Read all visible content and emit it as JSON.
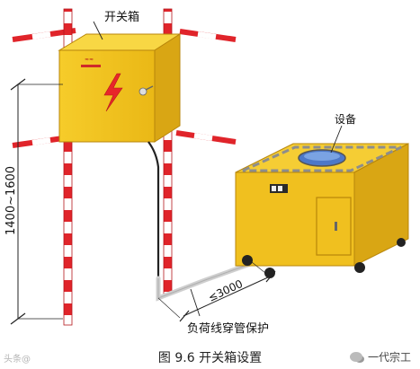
{
  "labels": {
    "switch_box": "开关箱",
    "equipment": "设备",
    "dim_height": "1400~1600",
    "dim_distance": "≤3000",
    "cable_note": "负荷线穿管保护"
  },
  "caption": "图 9.6 开关箱设置",
  "watermark_left": "头条@",
  "watermark_right": "一代宗工",
  "colors": {
    "box_yellow": "#f3c21b",
    "box_shadow": "#c99a10",
    "pole_red": "#e0242a",
    "pole_white": "#ffffff",
    "lightning_red": "#e8262a",
    "cable_black": "#222222",
    "conduit_grey": "#cfcfcf"
  },
  "icons": {
    "lightning": "lightning-bolt-icon",
    "wechat": "wechat-icon"
  }
}
